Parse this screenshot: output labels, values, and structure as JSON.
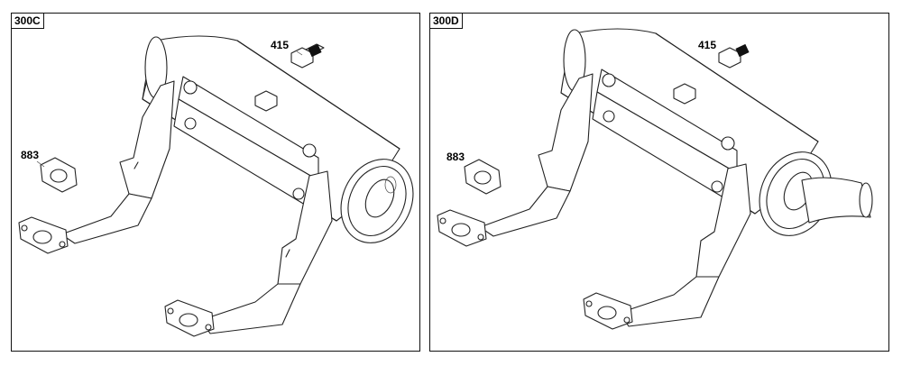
{
  "panels": [
    {
      "id": "300C",
      "label": "300C",
      "callouts": [
        {
          "label": "415"
        },
        {
          "label": "883"
        }
      ]
    },
    {
      "id": "300D",
      "label": "300D",
      "callouts": [
        {
          "label": "415"
        },
        {
          "label": "883"
        }
      ]
    }
  ]
}
